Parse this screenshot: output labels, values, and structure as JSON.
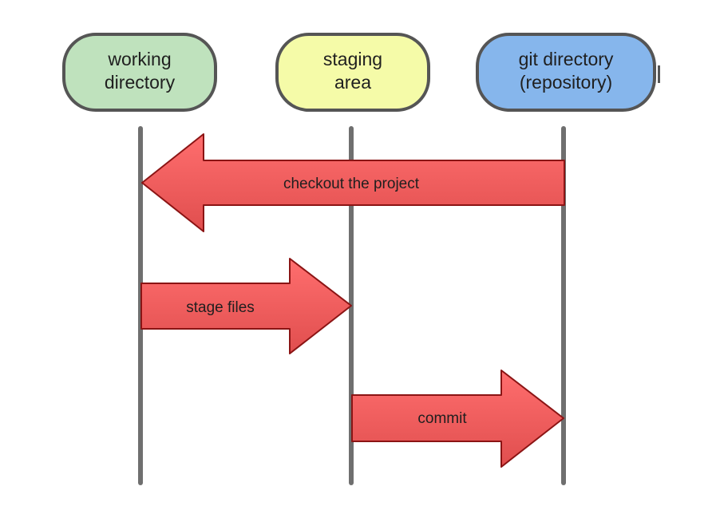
{
  "diagram": {
    "type": "git-workflow-sequence",
    "lanes": [
      {
        "id": "working",
        "line1": "working",
        "line2": "directory",
        "fill": "#bfe2bd"
      },
      {
        "id": "staging",
        "line1": "staging",
        "line2": "area",
        "fill": "#f5fba8"
      },
      {
        "id": "git",
        "line1": "git directory",
        "line2": "(repository)",
        "fill": "#86b6ec"
      }
    ],
    "arrows": [
      {
        "label": "checkout the project",
        "from": "git",
        "to": "working"
      },
      {
        "label": "stage files",
        "from": "working",
        "to": "staging"
      },
      {
        "label": "commit",
        "from": "staging",
        "to": "git"
      }
    ],
    "colors": {
      "arrow_fill": "#ee5a5a",
      "arrow_stroke": "#8b1414",
      "lifeline": "#6f6f6f",
      "box_stroke": "#555555"
    }
  }
}
